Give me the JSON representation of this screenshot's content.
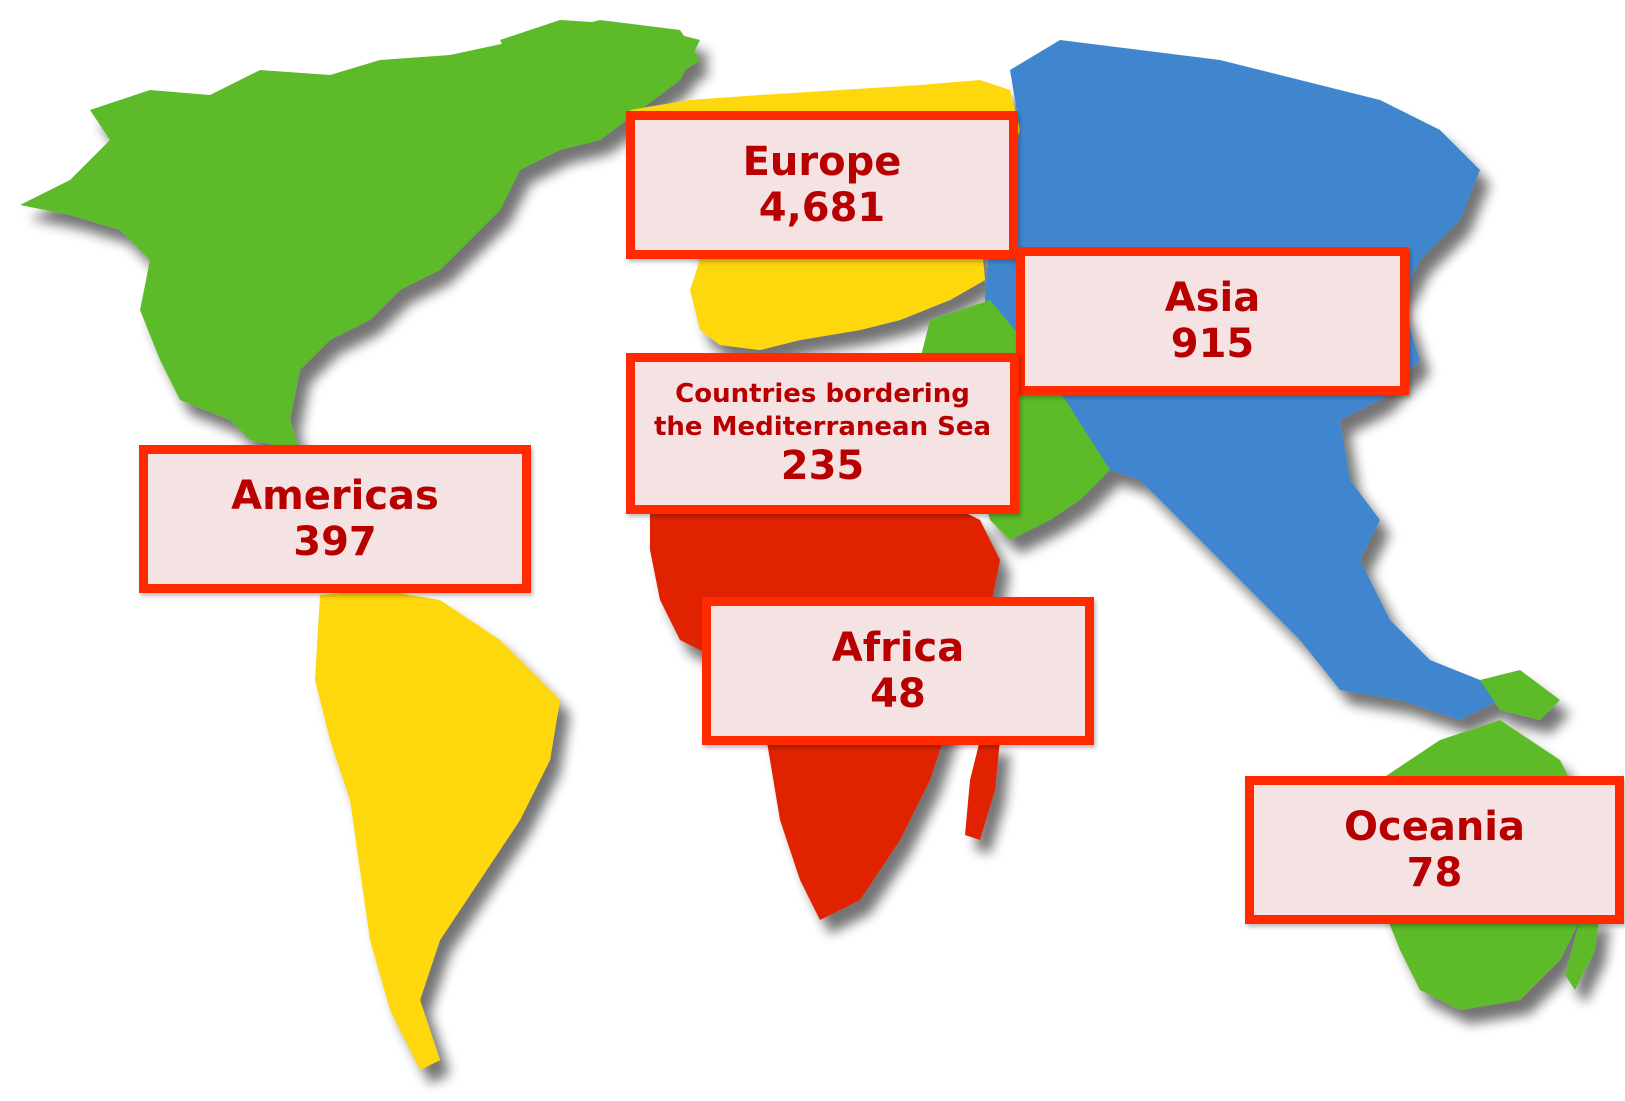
{
  "colors": {
    "americas_north": "#5dbb2a",
    "americas_south": "#ffd710",
    "europe": "#ffd710",
    "africa": "#e02400",
    "asia": "#3f86cf",
    "middle_east": "#5dbb2a",
    "oceania": "#5dbb2a",
    "label_border": "#ff2a00",
    "label_fill": "#f5e3e3",
    "label_text": "#b80000"
  },
  "regions": {
    "europe": {
      "name": "Europe",
      "value": "4,681"
    },
    "asia": {
      "name": "Asia",
      "value": "915"
    },
    "mediterranean": {
      "line1": "Countries bordering",
      "line2": "the Mediterranean Sea",
      "value": "235"
    },
    "americas": {
      "name": "Americas",
      "value": "397"
    },
    "africa": {
      "name": "Africa",
      "value": "48"
    },
    "oceania": {
      "name": "Oceania",
      "value": "78"
    }
  }
}
